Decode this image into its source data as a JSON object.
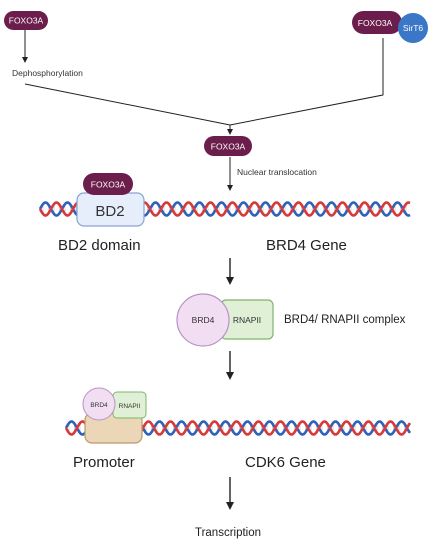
{
  "colors": {
    "foxo3a": "#6b1d4b",
    "sirt6": "#3a78c7",
    "strand_red": "#d63a3a",
    "strand_blue": "#2f62b8",
    "brd4_fill": "#f1def3",
    "brd4_stroke": "#b891c3",
    "rnapii_fill": "#dff0d6",
    "rnapii_stroke": "#7fb56b",
    "bd2_fill": "#e6eefb",
    "bd2_stroke": "#8aa3cf",
    "promoter_fill": "#ecd6b8",
    "promoter_stroke": "#b9996e",
    "arrow": "#222222"
  },
  "labels": {
    "foxo3a_top_left": "FOXO3A",
    "foxo3a_top_right": "FOXO3A",
    "sirt6": "SirT6",
    "dephosphorylation": "Dephosphorylation",
    "foxo3a_center": "FOXO3A",
    "nuclear_translocation": "Nuclear translocation",
    "foxo3a_bound": "FOXO3A",
    "bd2_box": "BD2",
    "bd2_domain": "BD2 domain",
    "brd4_gene": "BRD4 Gene",
    "brd4": "BRD4",
    "rnapii": "RNAPII",
    "complex": "BRD4/ RNAPII complex",
    "brd4_small": "BRD4",
    "rnapii_small": "RNAPII",
    "promoter": "Promoter",
    "cdk6_gene": "CDK6 Gene",
    "transcription": "Transcription"
  }
}
